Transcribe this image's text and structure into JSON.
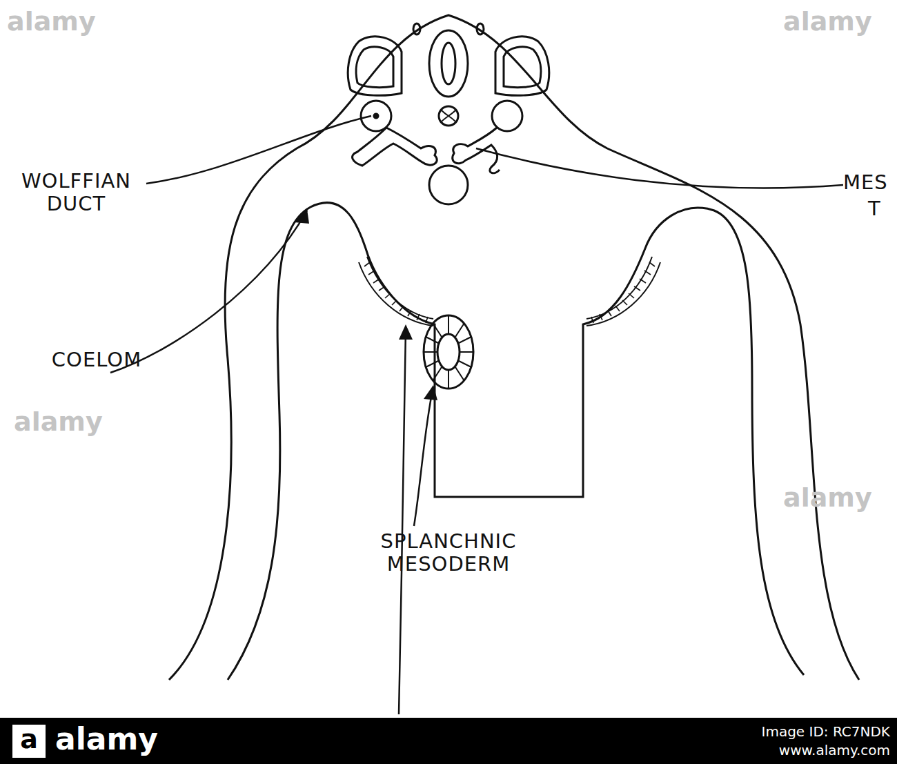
{
  "diagram": {
    "labels": [
      "WOLFFIAN DUCT",
      "MES",
      "T",
      "COELOM",
      "SPLANCHNIC MESODERM",
      "a",
      "alamy",
      "Image ID: RC7NDK",
      "www.alamy.com",
      "alamy",
      "alamy",
      "alamy",
      "alamy"
    ]
  }
}
